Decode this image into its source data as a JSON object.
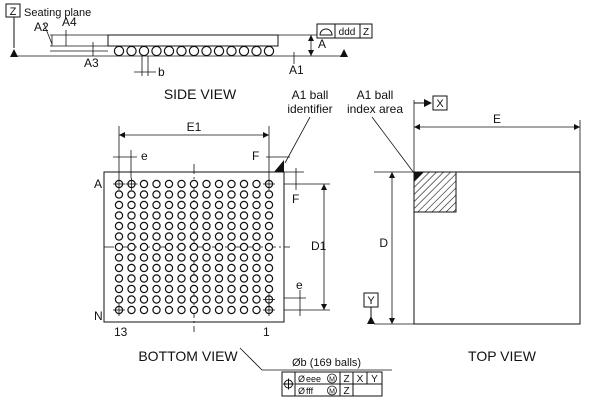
{
  "side_view": {
    "datum_z_box": "Z",
    "seating_plane": "Seating plane",
    "label_a2": "A2",
    "label_a4": "A4",
    "label_a3": "A3",
    "label_b": "b",
    "label_a": "A",
    "label_a1": "A1",
    "flatness": {
      "value": "ddd",
      "datum": "Z"
    },
    "title": "SIDE VIEW"
  },
  "bottom_view": {
    "label_e1": "E1",
    "label_e_top": "e",
    "label_f_h": "F",
    "label_f_v": "F",
    "label_d1": "D1",
    "label_e_side": "e",
    "row_first": "A",
    "row_last": "N",
    "col_first": "13",
    "col_last": "1",
    "ball_note": "Øb (169 balls)",
    "title": "BOTTOM VIEW",
    "tolerance_row1": {
      "dia": "Ø",
      "value": "eee",
      "mod": "M",
      "datums": [
        "Z",
        "X",
        "Y"
      ]
    },
    "tolerance_row2": {
      "dia": "Ø",
      "value": "fff",
      "mod": "M",
      "datums": [
        "Z"
      ]
    },
    "grid": {
      "rows": 13,
      "cols": 13
    }
  },
  "callouts": {
    "a1_identifier_line1": "A1 ball",
    "a1_identifier_line2": "identifier",
    "a1_index_line1": "A1 ball",
    "a1_index_line2": "index area"
  },
  "top_view": {
    "datum_x_box": "X",
    "datum_y_box": "Y",
    "label_e": "E",
    "label_d": "D",
    "title": "TOP VIEW"
  }
}
